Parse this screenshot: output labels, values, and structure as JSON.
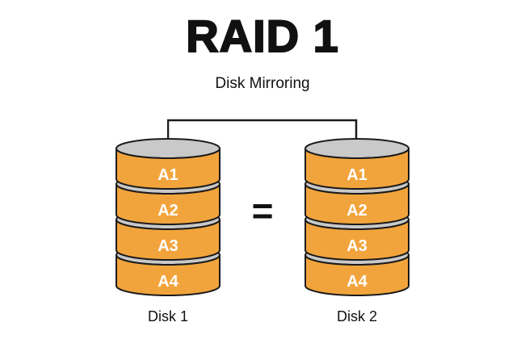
{
  "title": "RAID 1",
  "subtitle": "Disk Mirroring",
  "equals": "=",
  "disks": [
    {
      "label": "Disk 1",
      "blocks": [
        "A1",
        "A2",
        "A3",
        "A4"
      ]
    },
    {
      "label": "Disk 2",
      "blocks": [
        "A1",
        "A2",
        "A3",
        "A4"
      ]
    }
  ],
  "colors": {
    "platter": "#F2A43C",
    "platter_top": "#C9C9C9",
    "outline": "#1B1B1B",
    "block_text": "#FFFFFF"
  }
}
